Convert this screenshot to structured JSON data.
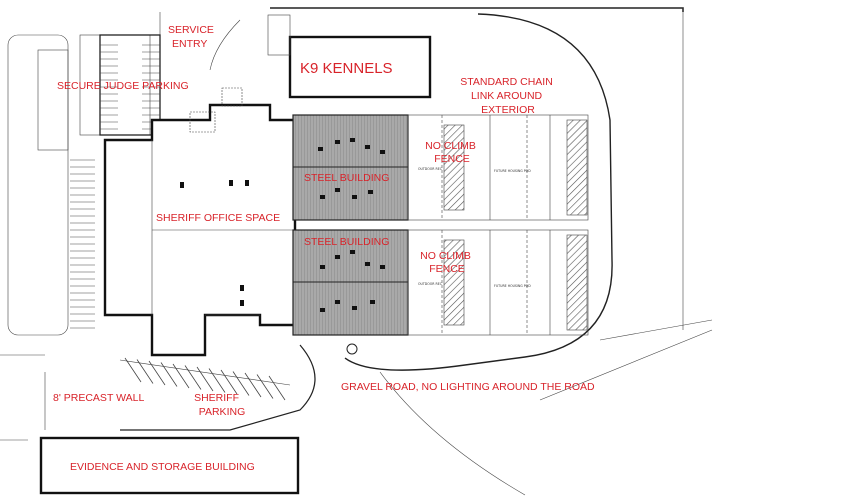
{
  "labels": {
    "service_entry": [
      "SERVICE",
      "ENTRY"
    ],
    "k9_kennels": "K9 KENNELS",
    "chain_link": [
      "STANDARD CHAIN",
      "LINK AROUND",
      "EXTERIOR"
    ],
    "judge_parking": "SECURE JUDGE PARKING",
    "no_climb_1": [
      "NO CLIMB",
      "FENCE"
    ],
    "no_climb_2": [
      "NO CLIMB",
      "FENCE"
    ],
    "steel_building_1": "STEEL BUILDING",
    "steel_building_2": "STEEL BUILDING",
    "sheriff_office": "SHERIFF OFFICE SPACE",
    "gravel_road": "GRAVEL ROAD, NO LIGHTING AROUND THE ROAD",
    "precast_wall": "8' PRECAST WALL",
    "sheriff_parking": [
      "SHERIFF",
      "PARKING"
    ],
    "evidence_building": "EVIDENCE AND STORAGE BUILDING"
  },
  "colors": {
    "label_red": "#d8232a",
    "steel_gray": "#a9a9a9",
    "line": "#222222"
  }
}
